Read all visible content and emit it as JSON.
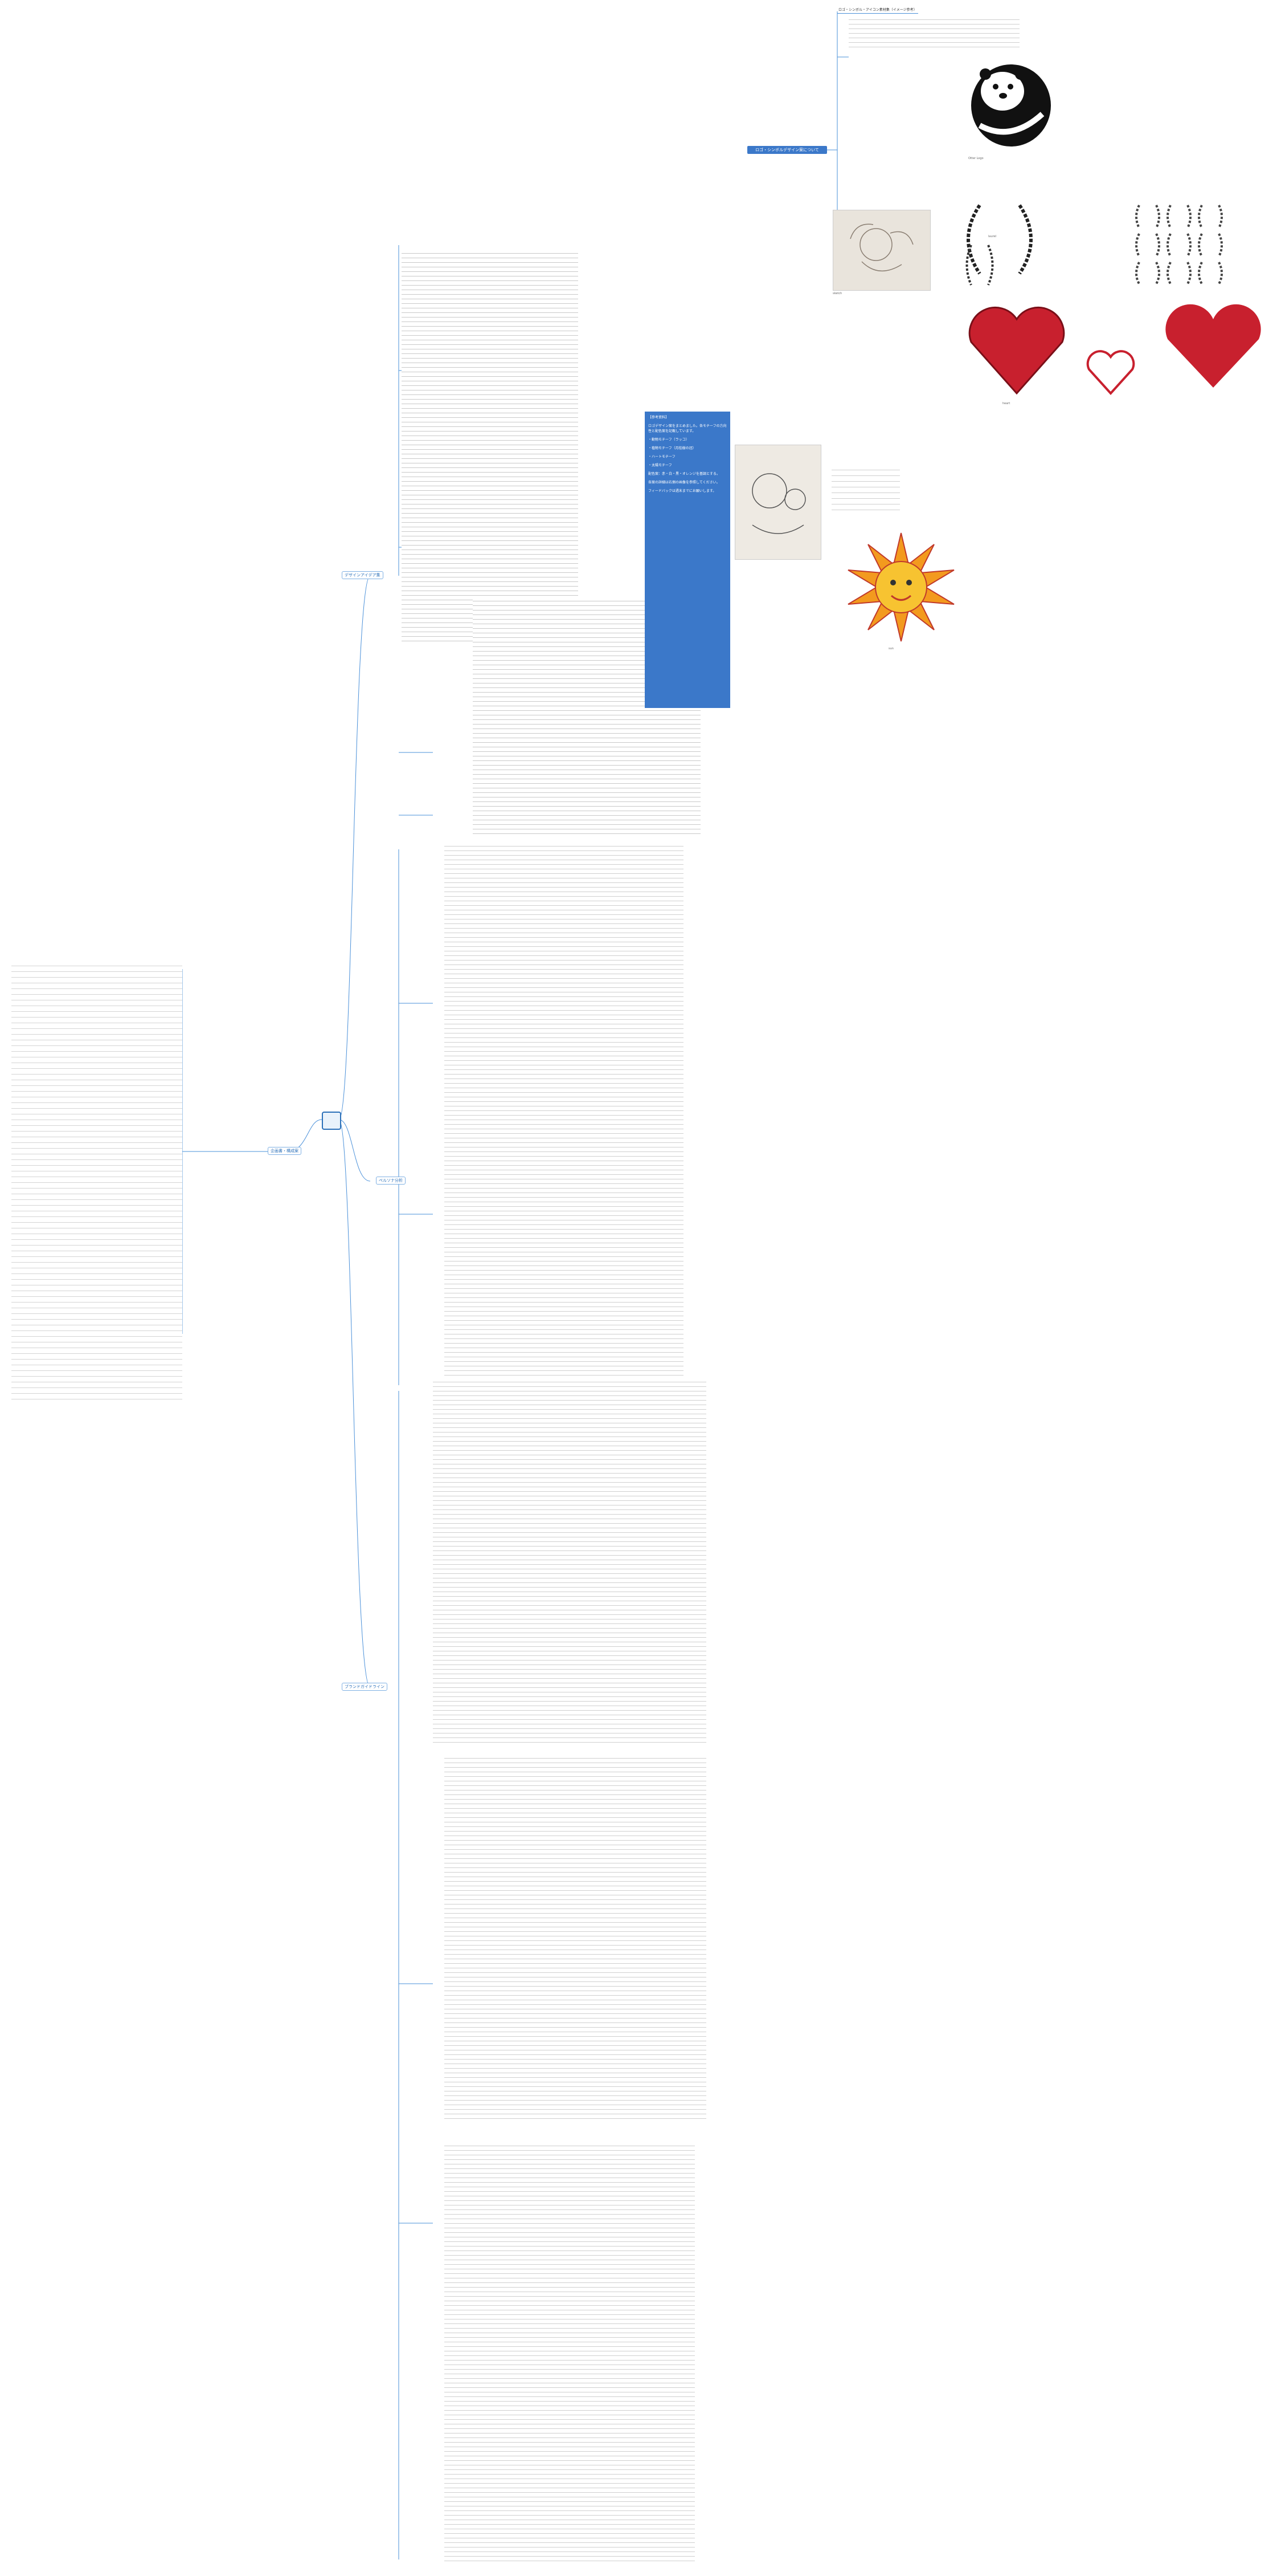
{
  "root": {
    "label": ""
  },
  "main_nodes": [
    {
      "label": "デザインアイデア集",
      "id": "n1"
    },
    {
      "label": "ペルソナ分析",
      "id": "n2"
    },
    {
      "label": "ブランドガイドライン",
      "id": "n3"
    },
    {
      "label": "企画書・構成案",
      "id": "n4"
    }
  ],
  "top_title": "ロゴ・シンボル・アイコン素材集（イメージ参考）",
  "title_pill": "ロゴ・シンボルデザイン案について",
  "bluebox_paragraphs": [
    "【参考資料】",
    "ロゴデザイン案をまとめました。各モチーフの方向性と配色案を記載しています。",
    "・動物モチーフ（ラッコ）",
    "・植物モチーフ（月桂樹の冠）",
    "・ハートモチーフ",
    "・太陽モチーフ",
    "配色案：赤・白・黒・オレンジを基調とする。",
    "各案の詳細は右側の画像を参照してください。",
    "フィードバックは週末までにお願いします。"
  ],
  "image_captions": {
    "otter": "Otter Logo",
    "sketch": "sketch",
    "laurel": "laurel",
    "heart": "heart",
    "sun": "sun"
  },
  "colors": {
    "accent": "#3b78c9",
    "line": "#4a90d9",
    "heart_red": "#c8202e",
    "sun_orange": "#f39a1e"
  }
}
